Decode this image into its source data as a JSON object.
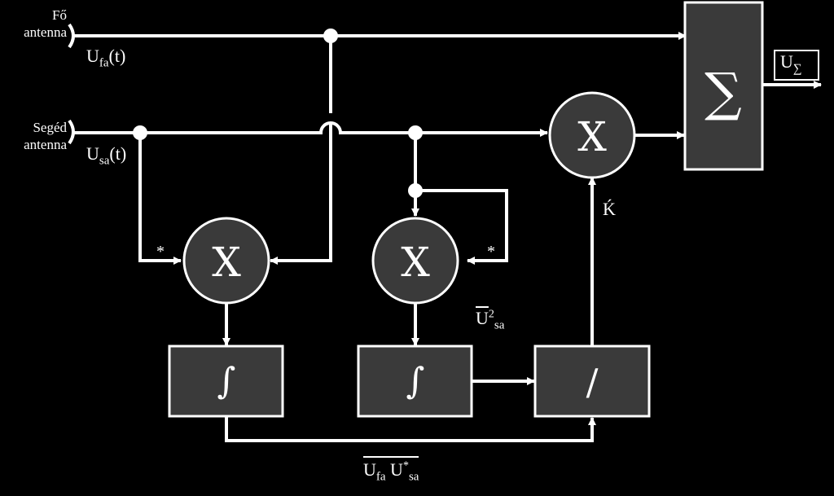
{
  "antennas": {
    "main_line1": "Fő",
    "main_line2": "antenna",
    "aux_line1": "Segéd",
    "aux_line2": "antenna"
  },
  "signals": {
    "u_fa_base": "U",
    "u_fa_sub": "fa",
    "u_fa_arg": "(t)",
    "u_sa_base": "U",
    "u_sa_sub": "sa",
    "u_sa_arg": "(t)",
    "output_base": "U",
    "output_sub": "∑",
    "k_label": "Ḱ",
    "u2_base": "U",
    "u2_sup": "2",
    "u2_sub": "sa",
    "corr_base1": "U",
    "corr_sub1": "fa",
    "corr_base2": "U",
    "corr_sup2": "*",
    "corr_sub2": "sa",
    "conj_mark_left": "*",
    "conj_mark_right": "*"
  },
  "blocks": {
    "sum_symbol": "∑",
    "multiplier_symbol": "X",
    "integrator_symbol": "∫",
    "divider_symbol": "/"
  },
  "colors": {
    "background": "#000000",
    "block_fill": "#3a3a3a",
    "line": "#ffffff"
  }
}
